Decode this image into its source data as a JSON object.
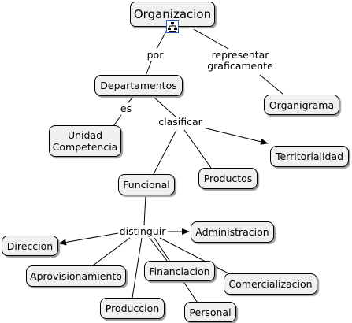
{
  "concepts": {
    "organizacion": "Organizacion",
    "departamentos": "Departamentos",
    "organigrama": "Organigrama",
    "unidad_competencia_line1": "Unidad",
    "unidad_competencia_line2": "Competencia",
    "territorialidad": "Territorialidad",
    "productos": "Productos",
    "funcional": "Funcional",
    "administracion": "Administracion",
    "direccion": "Direccion",
    "aprovisionamiento": "Aprovisionamiento",
    "financiacion": "Financiacion",
    "comercializacion": "Comercializacion",
    "produccion": "Produccion",
    "personal": "Personal"
  },
  "linking_phrases": {
    "por": "por",
    "representar_line1": "representar",
    "representar_line2": "graficamente",
    "es": "es",
    "clasificar": "clasificar",
    "distinguir": "distinguir"
  },
  "icons": {
    "resource": "org-chart-icon"
  },
  "colors": {
    "node_fill": "#eef1ee",
    "icon_accent": "#1f5fbf"
  }
}
